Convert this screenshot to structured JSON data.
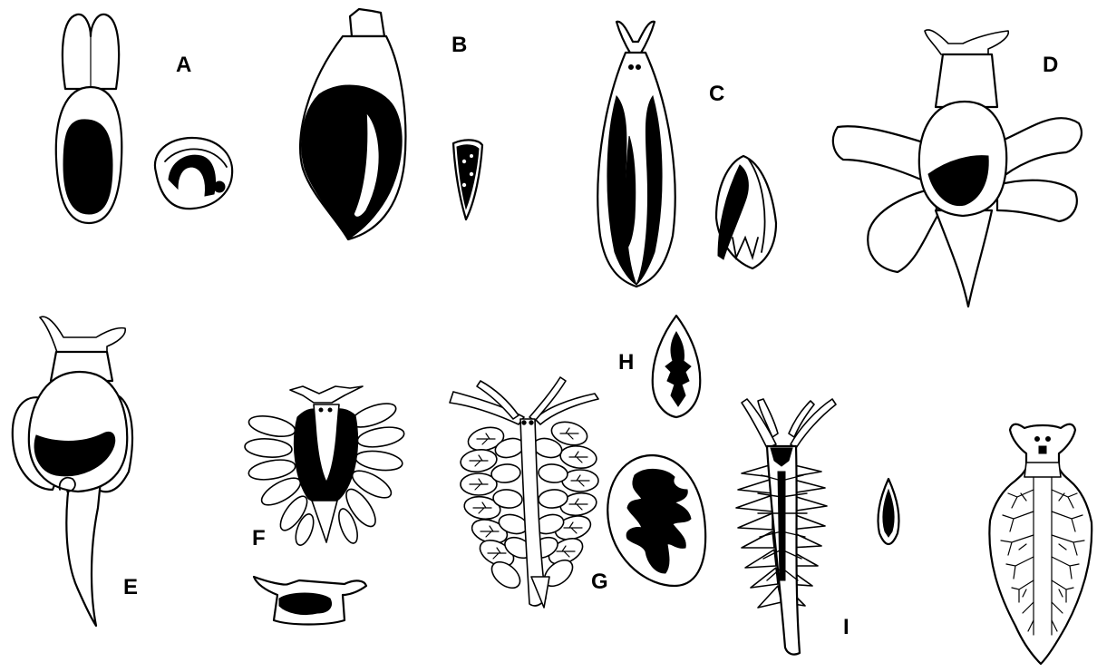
{
  "figure": {
    "panel_labels": {
      "a": "A",
      "b": "B",
      "c": "C",
      "d": "D",
      "e": "E",
      "f": "F",
      "g": "G",
      "h": "H",
      "i": "I"
    }
  }
}
